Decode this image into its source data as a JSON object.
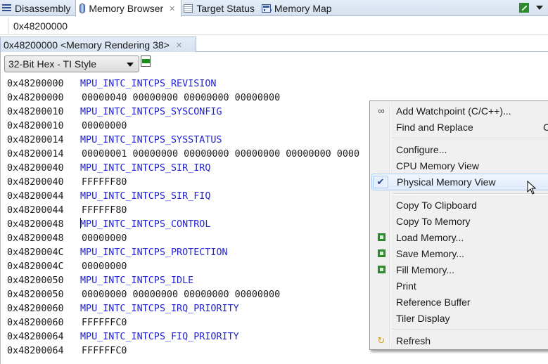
{
  "tabs": [
    {
      "label": "Disassembly",
      "icon": "disassembly-icon",
      "active": false
    },
    {
      "label": "Memory Browser",
      "icon": "memory-browser-icon",
      "active": true,
      "close": "✕"
    },
    {
      "label": "Target Status",
      "icon": "target-status-icon",
      "active": false
    },
    {
      "label": "Memory Map",
      "icon": "memory-map-icon",
      "active": false
    }
  ],
  "toolbar": {
    "chip_icon": "target-chip-icon",
    "view_menu_icon": "view-menu-icon"
  },
  "address_bar": {
    "value": "0x48200000"
  },
  "rendering_tab": {
    "label": "0x48200000 <Memory Rendering 38>",
    "close": "✕"
  },
  "format_select": {
    "selected": "32-Bit Hex - TI Style"
  },
  "rows": [
    {
      "addr": "0x48200000",
      "reg": "MPU_INTC_INTCPS_REVISION"
    },
    {
      "addr": "0x48200000",
      "val": "00000040 00000000 00000000 00000000"
    },
    {
      "addr": "0x48200010",
      "reg": "MPU_INTC_INTCPS_SYSCONFIG"
    },
    {
      "addr": "0x48200010",
      "val": "00000000"
    },
    {
      "addr": "0x48200014",
      "reg": "MPU_INTC_INTCPS_SYSSTATUS"
    },
    {
      "addr": "0x48200014",
      "val": "00000001 00000000 00000000 00000000 00000000 0000"
    },
    {
      "addr": "0x48200040",
      "reg": "MPU_INTC_INTCPS_SIR_IRQ"
    },
    {
      "addr": "0x48200040",
      "val": "FFFFFF80"
    },
    {
      "addr": "0x48200044",
      "reg": "MPU_INTC_INTCPS_SIR_FIQ"
    },
    {
      "addr": "0x48200044",
      "val": "FFFFFF80"
    },
    {
      "addr": "0x48200048",
      "reg": "MPU_INTC_INTCPS_CONTROL",
      "caret": true
    },
    {
      "addr": "0x48200048",
      "val": "00000000"
    },
    {
      "addr": "0x4820004C",
      "reg": "MPU_INTC_INTCPS_PROTECTION"
    },
    {
      "addr": "0x4820004C",
      "val": "00000000"
    },
    {
      "addr": "0x48200050",
      "reg": "MPU_INTC_INTCPS_IDLE"
    },
    {
      "addr": "0x48200050",
      "val": "00000000 00000000 00000000 00000000"
    },
    {
      "addr": "0x48200060",
      "reg": "MPU_INTC_INTCPS_IRQ_PRIORITY"
    },
    {
      "addr": "0x48200060",
      "val": "FFFFFFC0"
    },
    {
      "addr": "0x48200064",
      "reg": "MPU_INTC_INTCPS_FIQ_PRIORITY"
    },
    {
      "addr": "0x48200064",
      "val": "FFFFFFC0"
    }
  ],
  "context_menu": {
    "items": [
      {
        "label": "Add Watchpoint (C/C++)...",
        "icon": "watchpoint-icon"
      },
      {
        "label": "Find and Replace",
        "accel": "C"
      },
      {
        "separator": true
      },
      {
        "label": "Configure..."
      },
      {
        "label": "CPU Memory View"
      },
      {
        "label": "Physical Memory View",
        "checked": true,
        "highlighted": true,
        "check": "✔"
      },
      {
        "separator": true
      },
      {
        "label": "Copy To Clipboard"
      },
      {
        "label": "Copy To Memory"
      },
      {
        "label": "Load Memory...",
        "icon": "load-memory-icon"
      },
      {
        "label": "Save Memory...",
        "icon": "save-memory-icon"
      },
      {
        "label": "Fill Memory...",
        "icon": "fill-memory-icon"
      },
      {
        "label": "Print"
      },
      {
        "label": "Reference Buffer"
      },
      {
        "label": "Tiler Display"
      },
      {
        "separator": true
      },
      {
        "label": "Refresh",
        "icon": "refresh-icon"
      }
    ]
  }
}
